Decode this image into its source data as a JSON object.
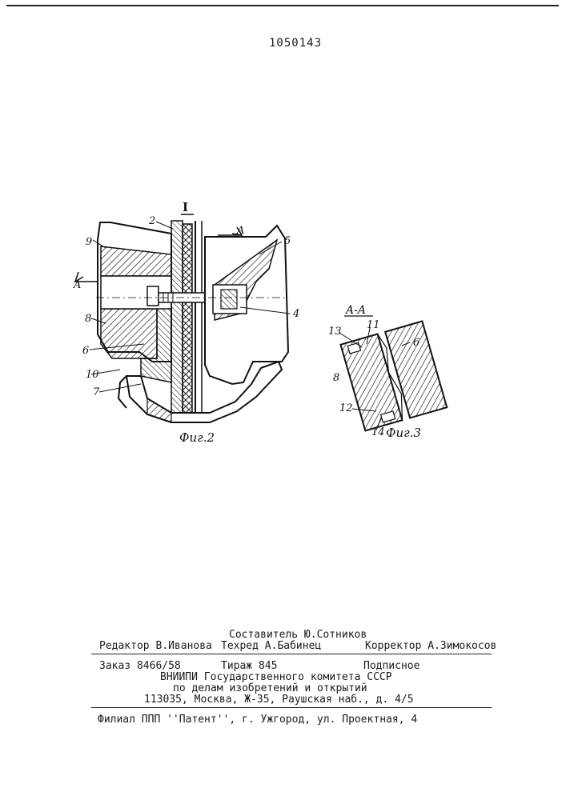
{
  "header": {
    "patent_number": "1050143"
  },
  "figures": {
    "fig2": {
      "caption": "Фиг.2",
      "detail_mark": "I",
      "section_mark": "A",
      "labels": [
        "2",
        "9",
        "8",
        "6",
        "10",
        "7",
        "5",
        "4"
      ]
    },
    "fig3": {
      "section_title": "A-A",
      "caption": "Фиг.3",
      "labels": [
        "13",
        "11",
        "6",
        "8",
        "12",
        "14"
      ]
    }
  },
  "footer": {
    "compiler": "Составитель Ю.Сотников",
    "editor": "Редактор В.Иванова",
    "techred": "Техред А.Бабинец",
    "corrector": "Корректор А.Зимокосов",
    "order": "Заказ 8466/58",
    "circulation": "Тираж 845",
    "subscription": "Подписное",
    "org_line1": "ВНИИПИ Государственного комитета СССР",
    "org_line2": "по делам изобретений и открытий",
    "org_line3": "113035, Москва, Ж-35, Раушская наб., д. 4/5",
    "branch": "Филиал ППП ''Патент'', г. Ужгород, ул. Проектная, 4"
  }
}
